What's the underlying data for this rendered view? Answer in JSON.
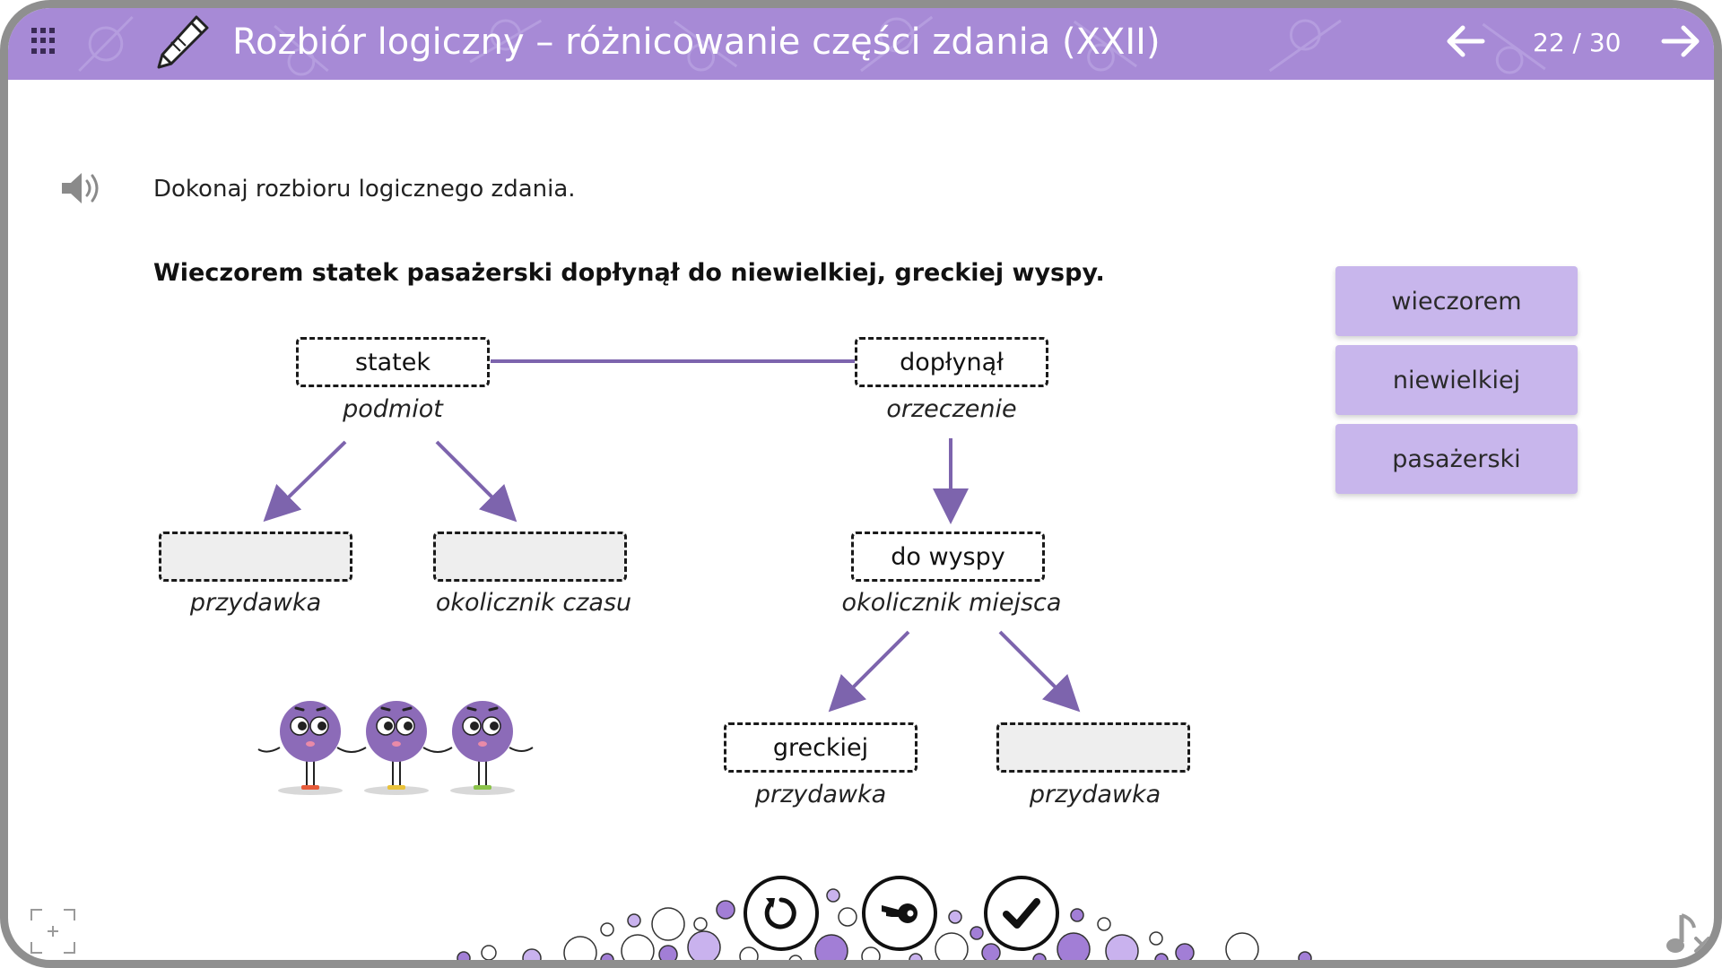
{
  "header": {
    "title": "Rozbiór logiczny – różnicowanie części zdania (XXII)",
    "page_indicator": "22 / 30",
    "icons": {
      "menu": "grid-icon",
      "logo": "pen-icon",
      "prev": "arrow-left-icon",
      "next": "arrow-right-icon"
    }
  },
  "task": {
    "instruction": "Dokonaj rozbioru logicznego zdania.",
    "sentence": "Wieczorem statek pasażerski dopłynął do niewielkiej, greckiej wyspy.",
    "speaker_icon": "speaker-icon"
  },
  "diagram": {
    "subject": {
      "word": "statek",
      "label": "podmiot"
    },
    "predicate": {
      "word": "dopłynął",
      "label": "orzeczenie"
    },
    "attribute_1": {
      "word": "",
      "label": "przydawka"
    },
    "adverbial_time": {
      "word": "",
      "label": "okolicznik czasu"
    },
    "adverbial_place": {
      "word": "do wyspy",
      "label": "okolicznik miejsca"
    },
    "attribute_2": {
      "word": "greckiej",
      "label": "przydawka"
    },
    "attribute_3": {
      "word": "",
      "label": "przydawka"
    }
  },
  "word_bank": [
    {
      "label": "wieczorem"
    },
    {
      "label": "niewielkiej"
    },
    {
      "label": "pasażerski"
    }
  ],
  "controls": {
    "reset_icon": "reset-icon",
    "key_icon": "key-icon",
    "check_icon": "check-icon",
    "fullscreen_icon": "fullscreen-icon",
    "music_icon": "music-off-icon"
  },
  "colors": {
    "header": "#a78ad6",
    "tile": "#c8b6ec",
    "connector": "#7d64ad",
    "empty_slot": "#eeeeee"
  }
}
